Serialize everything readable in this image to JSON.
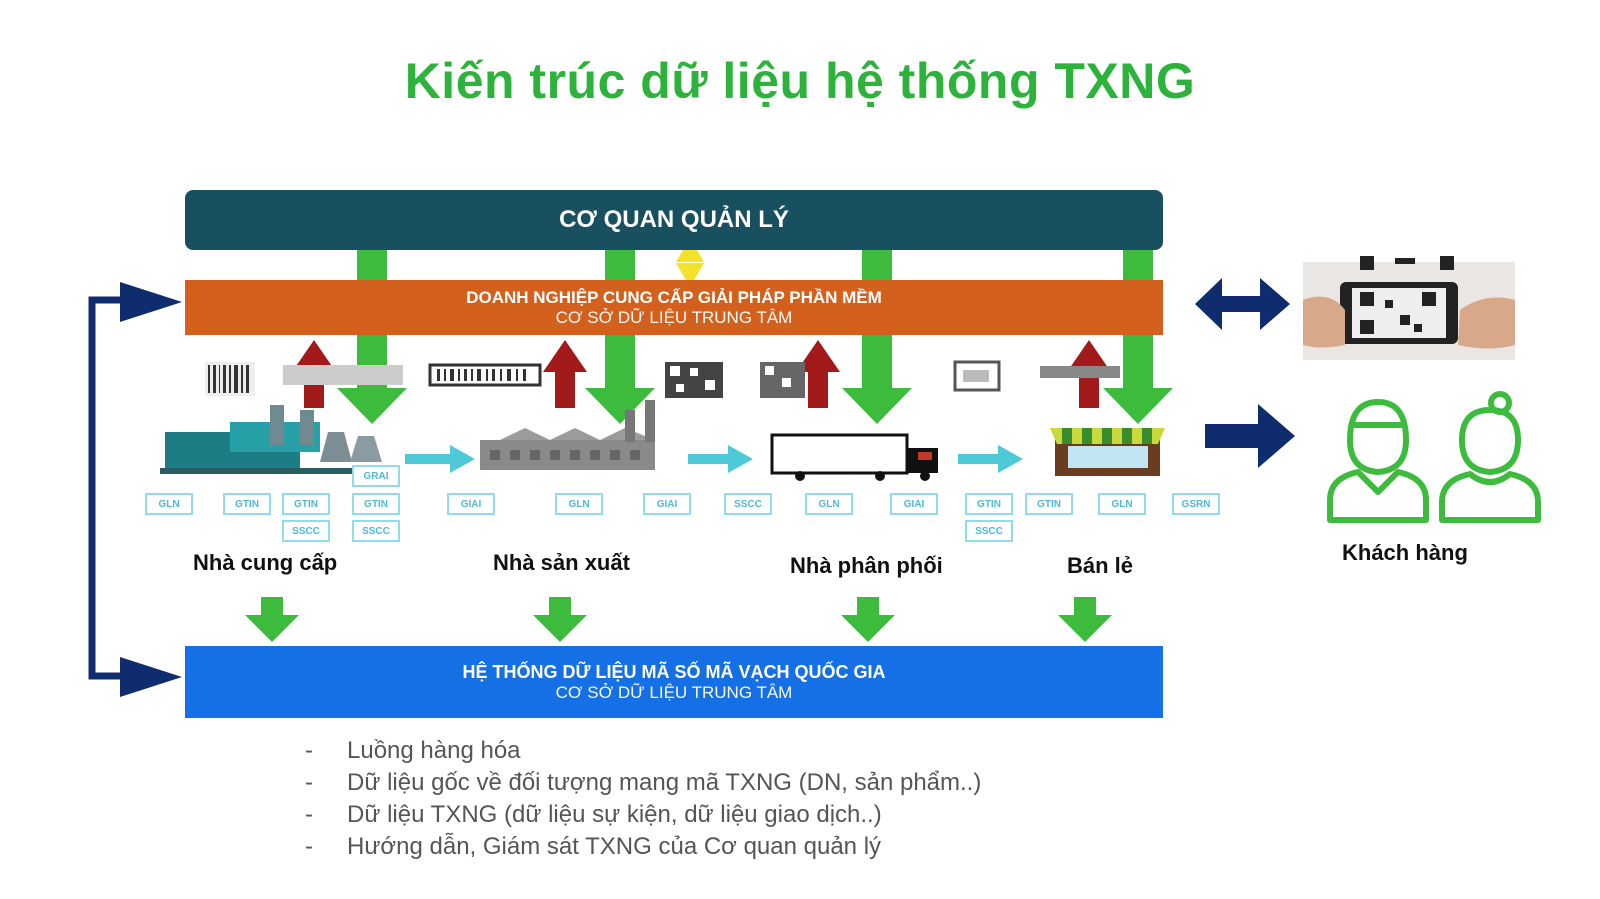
{
  "title": "Kiến trúc dữ liệu hệ thống TXNG",
  "bands": {
    "top": "CƠ QUAN QUẢN LÝ",
    "middle": {
      "line1": "DOANH NGHIỆP CUNG CẤP GIẢI PHÁP PHẦN MỀM",
      "line2": "CƠ SỞ DỮ LIỆU TRUNG TÂM"
    },
    "bottom": {
      "line1": "HỆ THỐNG DỮ LIỆU MÃ SỐ MÃ VẠCH QUỐC GIA",
      "line2": "CƠ SỞ DỮ LIỆU TRUNG TÂM"
    }
  },
  "stages": [
    "Nhà cung cấp",
    "Nhà sản xuất",
    "Nhà phân phối",
    "Bán lẻ"
  ],
  "customer_label": "Khách hàng",
  "tags": [
    "GLN",
    "GTIN",
    "GTIN",
    "GTIN",
    "SSCC",
    "SSCC",
    "GRAI",
    "GIAI",
    "GLN",
    "GIAI",
    "SSCC",
    "GLN",
    "GIAI",
    "GTIN",
    "SSCC",
    "GTIN",
    "GLN",
    "GSRN"
  ],
  "legend": [
    "Luồng hàng hóa",
    "Dữ liệu gốc về đối tượng mang mã TXNG (DN, sản phẩm..)",
    "Dữ liệu TXNG (dữ liệu sự kiện, dữ liệu giao dịch..)",
    "Hướng dẫn, Giám sát TXNG của Cơ quan quản lý"
  ],
  "colors": {
    "title": "#2db33c",
    "top_band": "#19505f",
    "middle_band": "#d4601d",
    "bottom_band": "#1570e6",
    "green_arrow": "#3dbb3d",
    "red_arrow": "#a31a1a",
    "navy_arrow": "#0f2d6e",
    "teal_arrow": "#4ec9d8"
  }
}
